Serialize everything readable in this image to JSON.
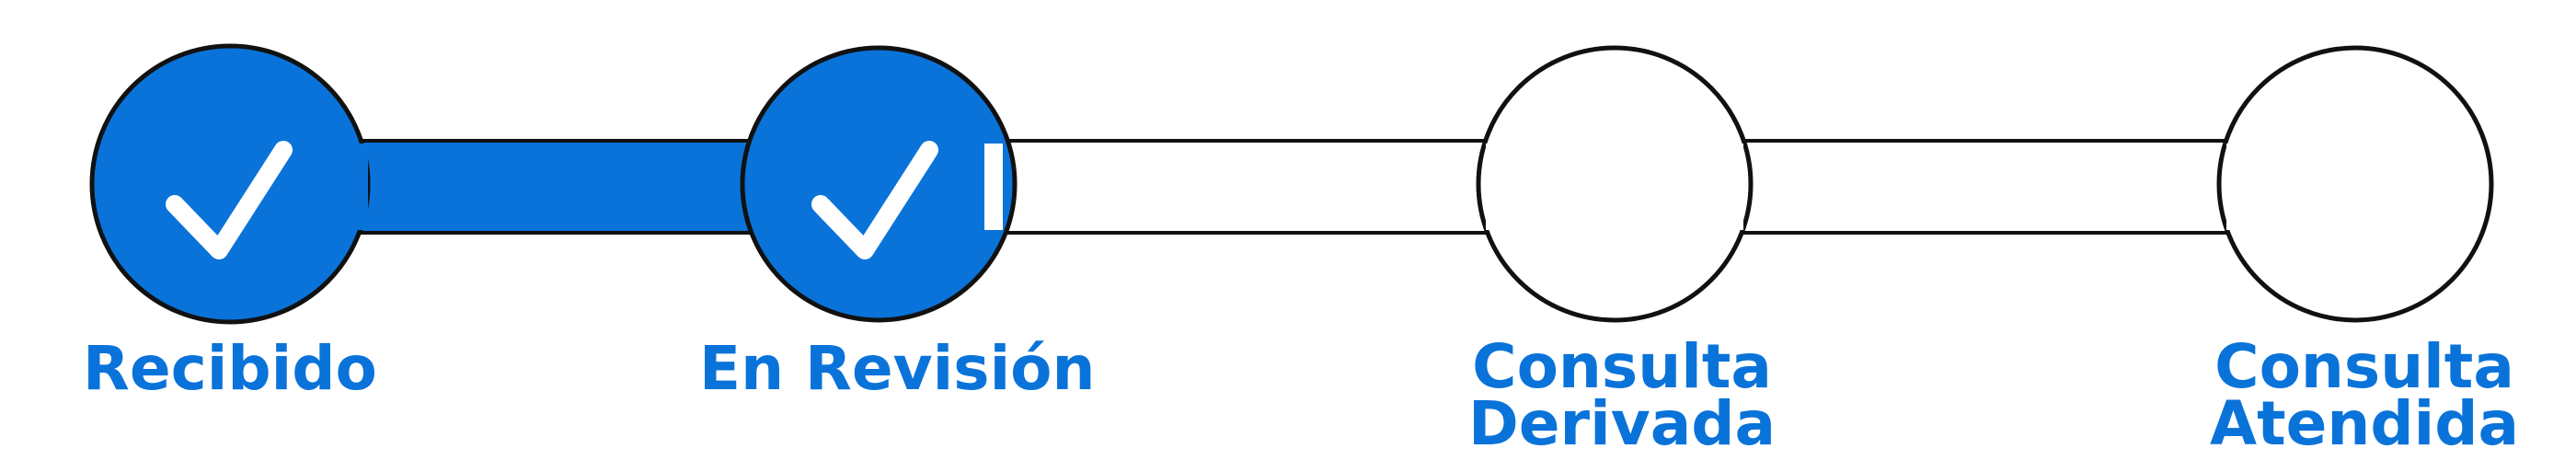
{
  "stepper": {
    "accent_color": "#0a73d9",
    "outline_color": "#111111",
    "current_step": 2,
    "steps": [
      {
        "label_lines": [
          "Recibido"
        ],
        "state": "completed",
        "icon": "check-icon"
      },
      {
        "label_lines": [
          "En Revisión"
        ],
        "state": "completed",
        "icon": "check-icon"
      },
      {
        "label_lines": [
          "Consulta",
          "Derivada"
        ],
        "state": "pending",
        "icon": ""
      },
      {
        "label_lines": [
          "Consulta",
          "Atendida"
        ],
        "state": "pending",
        "icon": ""
      }
    ]
  }
}
